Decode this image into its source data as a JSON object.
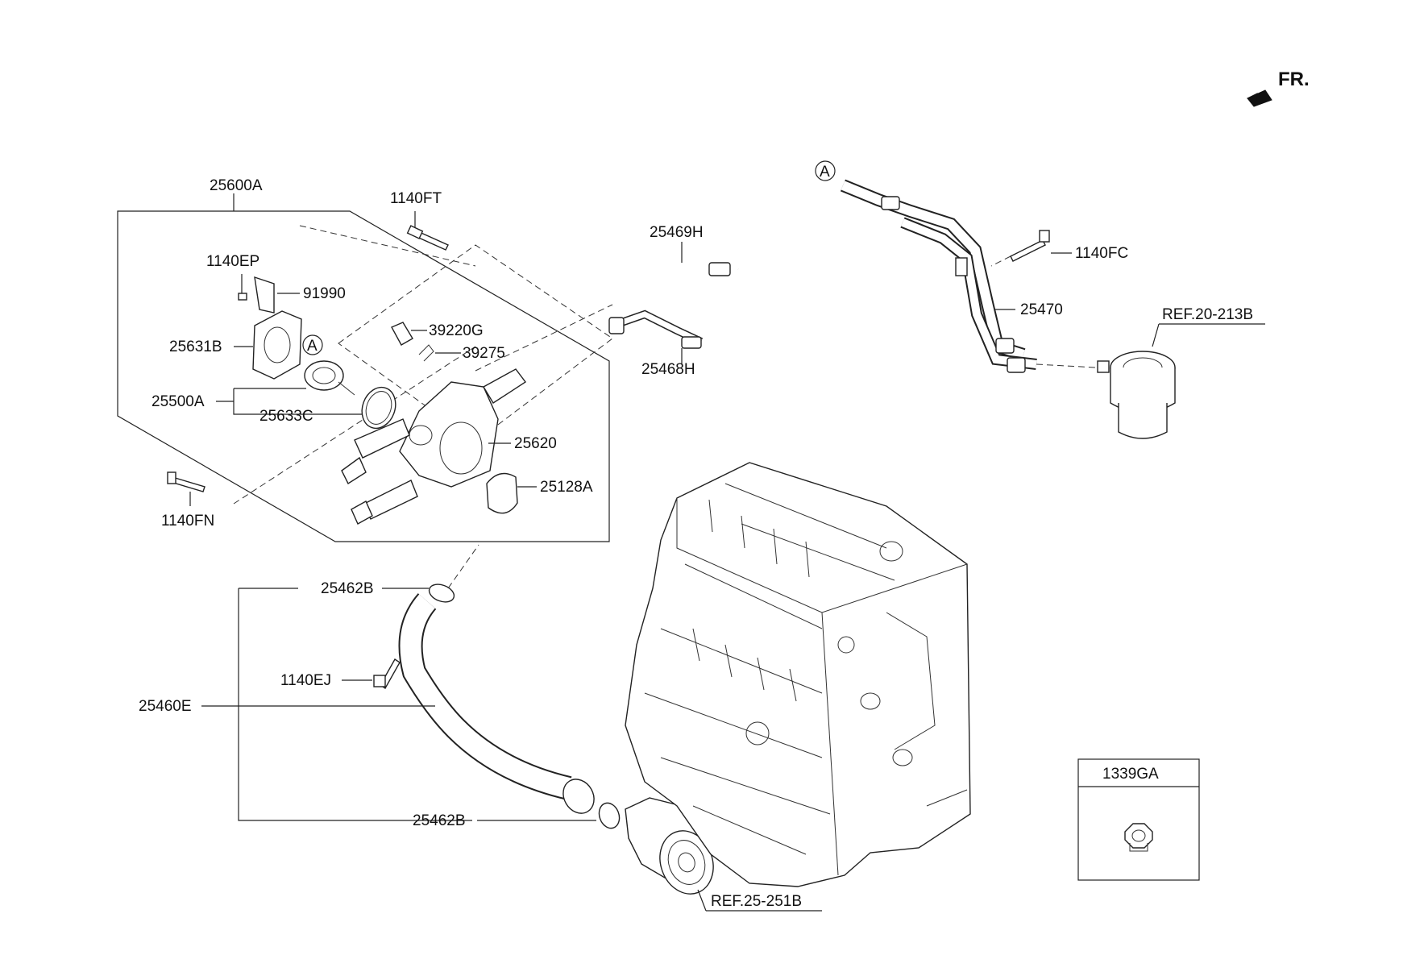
{
  "orientation": {
    "label": "FR."
  },
  "callout": {
    "marker": "A"
  },
  "labels": {
    "p25600A": "25600A",
    "p1140FT": "1140FT",
    "p1140EP": "1140EP",
    "p91990": "91990",
    "p25631B": "25631B",
    "p39220G": "39220G",
    "p39275": "39275",
    "p25500A": "25500A",
    "p25633C": "25633C",
    "p25620": "25620",
    "p25128A": "25128A",
    "p1140FN": "1140FN",
    "p25469H": "25469H",
    "p25468H": "25468H",
    "p1140FC": "1140FC",
    "p25470": "25470",
    "ref20_213B": "REF.20-213B",
    "p25462B_top": "25462B",
    "p1140EJ": "1140EJ",
    "p25460E": "25460E",
    "p25462B_bottom": "25462B",
    "ref25_251B": "REF.25-251B",
    "p1339GA": "1339GA"
  },
  "colors": {
    "line": "#222222",
    "background": "#ffffff"
  }
}
